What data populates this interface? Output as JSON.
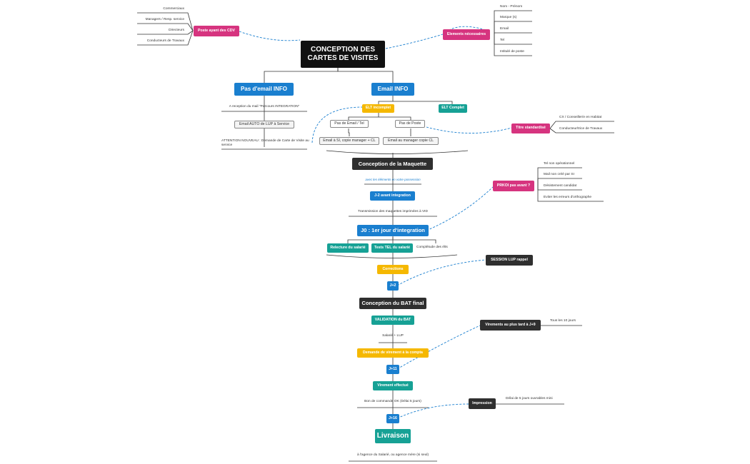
{
  "colors": {
    "blue": "#1a7fcf",
    "teal": "#16a195",
    "yellow": "#f5b800",
    "pink": "#d6347f",
    "dark": "#2f2f2f",
    "black": "#111111",
    "link": "#1a7fcf"
  },
  "root": "CONCEPTION DES CARTES DE VISITES",
  "left_group": {
    "label": "Poste ayant des CDV",
    "items": [
      "Commerciaux",
      "Managers / Resp. service",
      "Directeurs",
      "Conducteurs de Travaux"
    ]
  },
  "right_group": {
    "label": "Elements nécessaires",
    "items": [
      "Nom - Prénom",
      "Marque (s)",
      "Email",
      "Tel",
      "Intitulé de poste"
    ]
  },
  "no_email": {
    "label": "Pas d'email INFO",
    "steps": [
      "A reception du mail \"Parcours INTEGRATION\"",
      "Email AUTO de LUP à Service",
      "ATTENTION NOUVEAU : Demande de Carte de Visite au service"
    ]
  },
  "email": {
    "label": "Email INFO",
    "incomplete": "ELT incomplet",
    "complete": "ELT Complet",
    "no_contact": "Pas de Email / Tel",
    "no_post": "Pas de Poste",
    "action_si": "Email à SI, copie manager + CL",
    "action_mgr": "Email au manager copie CL"
  },
  "title_std": {
    "label": "Titre standardisé",
    "items": [
      "CX / Conseiller/e en Habitat",
      "Conducteur/trice de Travaux"
    ]
  },
  "maquette": {
    "label": "Conception de la Maquette",
    "note": "avec les éléments en votre possession"
  },
  "j2": "J-2 avant integration",
  "transmission": "Transmission des maquettes imprimées à VID",
  "j0": "J0 : 1er jour d'integration",
  "checks": [
    "Relecture du salarié",
    "Tests TEL du salarié",
    "Complétude des élts"
  ],
  "prkoi": {
    "label": "PRKOI pas avant ?",
    "items": [
      "Tel non opérationnel",
      "Mail non créé par SI",
      "Désistement candidat",
      "Eviter les erreurs d'orthographe"
    ]
  },
  "corrections": "Corrections",
  "session": "SESSION LUP rappel",
  "j2b": "J+2",
  "bat": "Conception du BAT final",
  "validation": "VALIDATION du BAT",
  "salarie": "Salarié + LUP",
  "demande": "Demande de virement à la compta",
  "j11": "J+11",
  "virement_group": {
    "label": "Virements au plus tard à J+9",
    "note": "Tous les 10 jours"
  },
  "virement": "Virement effectué",
  "bon": "Bon de commande OK (Délai 5 jours)",
  "j16": "J+16",
  "impression": {
    "label": "Impression",
    "note": "Délai de 5 jours ouvrables mini"
  },
  "livraison": "Livraison",
  "livraison_note": "à l'agence du Salarié, ou agence mère (si seul)"
}
